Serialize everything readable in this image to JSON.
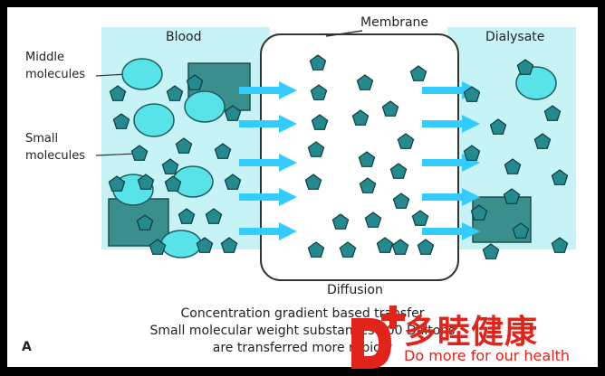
{
  "labels": {
    "blood": "Blood",
    "membrane": "Membrane",
    "dialysate": "Dialysate",
    "middle_molecules_1": "Middle",
    "middle_molecules_2": "molecules",
    "small_molecules_1": "Small",
    "small_molecules_2": "molecules",
    "diffusion": "Diffusion",
    "panel": "A"
  },
  "caption": {
    "line1": "Concentration gradient based transfer",
    "line2": "Small molecular weight substances 500 Daltons",
    "line3": "are transferred more rapidly"
  },
  "watermark": {
    "brand_cn": "多睦健康",
    "brand_en": "Do more for our health"
  },
  "colors": {
    "background": "#000000",
    "panel": "#ffffff",
    "blood_region": "#c7f3f6",
    "dialysate_region": "#c7f3f6",
    "middle_molecule_circle": "#57e3e8",
    "middle_molecule_square": "#3a8f8c",
    "small_molecule": "#248a8e",
    "arrow": "#33ccff",
    "watermark_red": "#e2231a"
  }
}
